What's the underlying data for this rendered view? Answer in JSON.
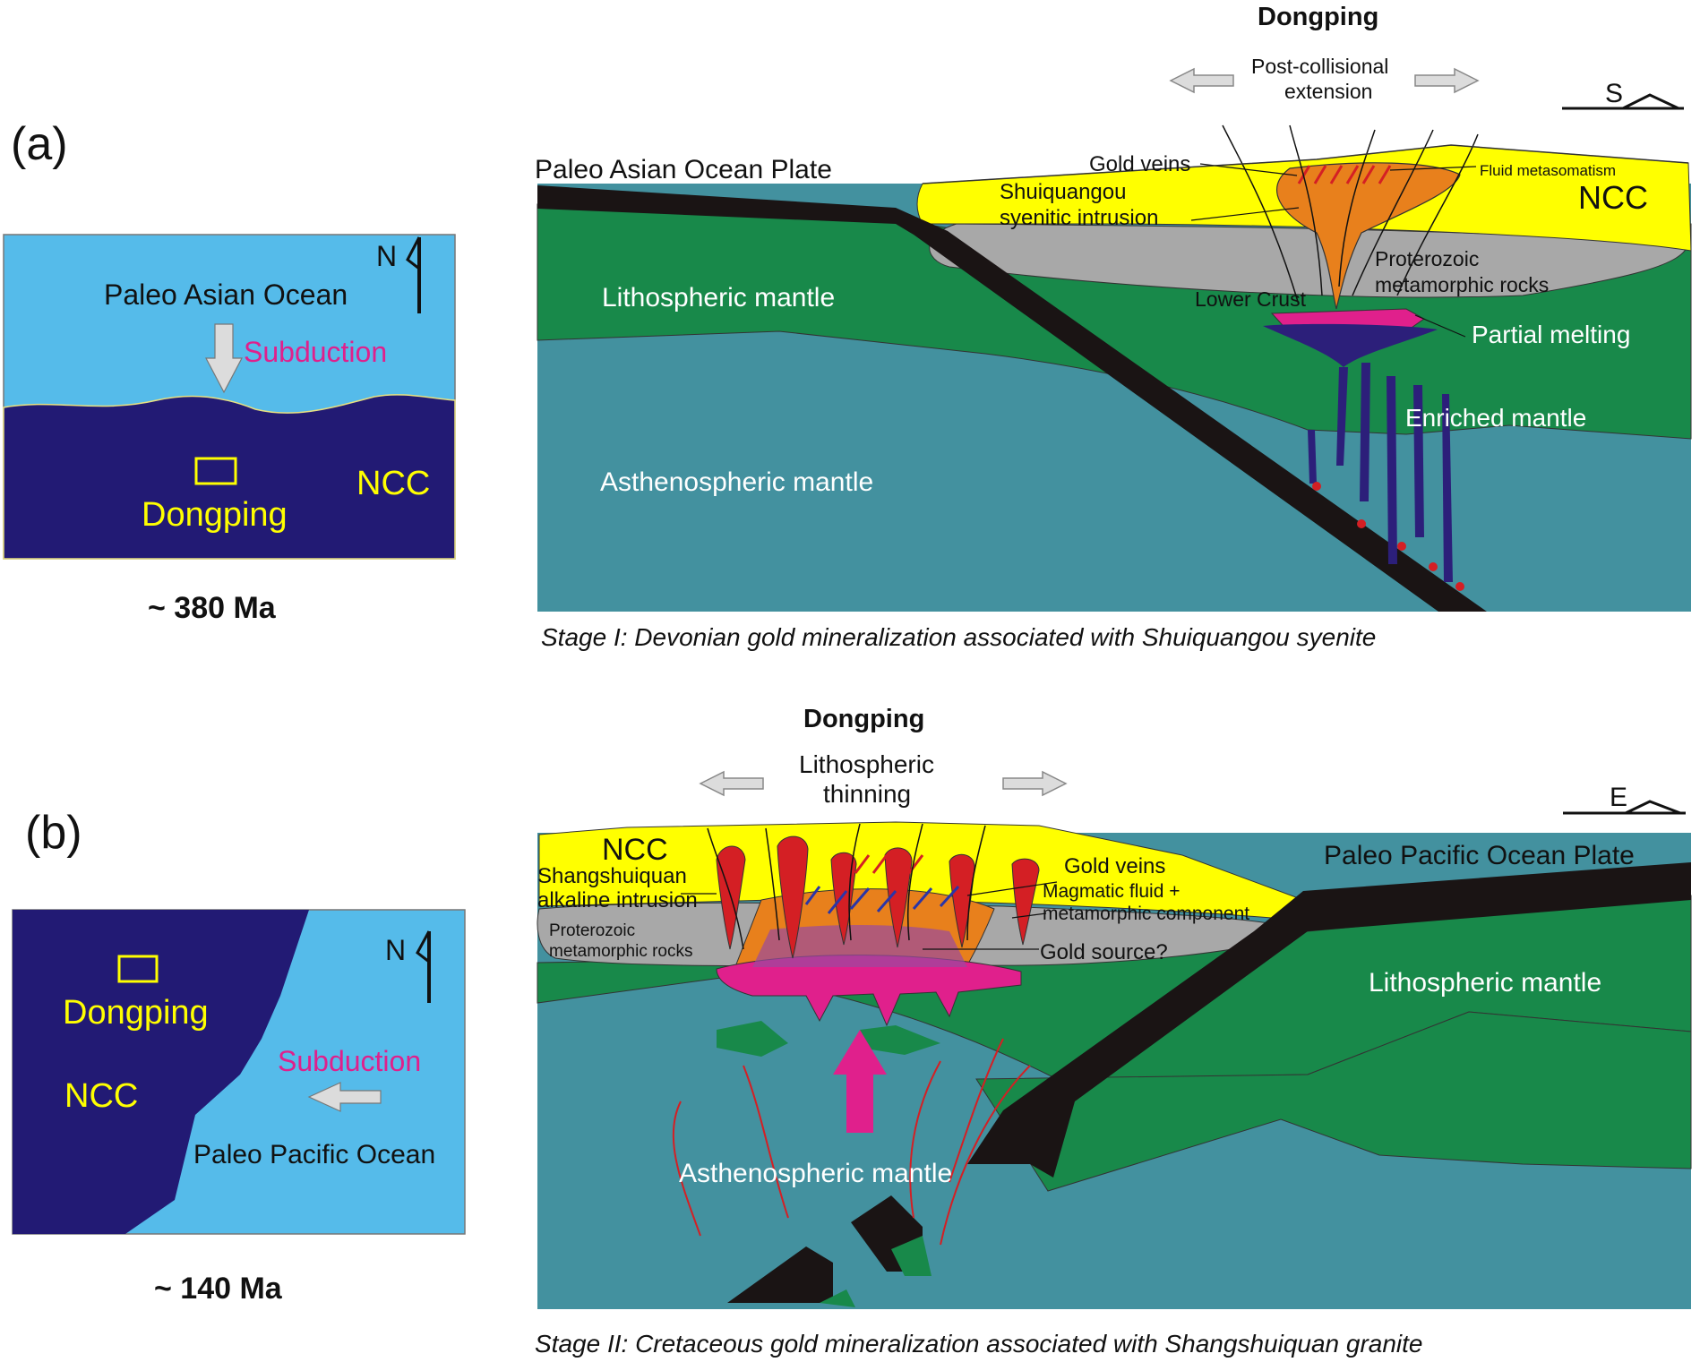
{
  "panel_a": {
    "label": "(a)",
    "inset": {
      "ocean": "Paleo Asian Ocean",
      "subduction": "Subduction",
      "craton": "NCC",
      "locality": "Dongping",
      "north": "N",
      "age": "~ 380 Ma"
    },
    "section": {
      "title": "Dongping",
      "extension": [
        "Post-collisional",
        "extension"
      ],
      "plate": "Paleo Asian Ocean Plate",
      "craton": "NCC",
      "compass": "S",
      "gold_veins": "Gold veins",
      "fluid": "Fluid metasomatism",
      "intrusion": [
        "Shuiquangou",
        "syenitic intrusion"
      ],
      "metamorphic": [
        "Proterozoic",
        "metamorphic rocks"
      ],
      "lower_crust": "Lower Crust",
      "partial_melting": "Partial melting",
      "lith_mantle": "Lithospheric mantle",
      "enriched": "Enriched mantle",
      "astheno": "Asthenospheric mantle",
      "caption": "Stage I: Devonian gold mineralization associated with Shuiquangou syenite"
    }
  },
  "panel_b": {
    "label": "(b)",
    "inset": {
      "ocean": "Paleo Pacific Ocean",
      "subduction": "Subduction",
      "craton": "NCC",
      "locality": "Dongping",
      "north": "N",
      "age": "~ 140 Ma"
    },
    "section": {
      "title": "Dongping",
      "thinning": [
        "Lithospheric",
        "thinning"
      ],
      "plate": "Paleo Pacific Ocean Plate",
      "craton": "NCC",
      "compass": "E",
      "intrusion": [
        "Shangshuiquan",
        "alkaline intrusion"
      ],
      "metamorphic": [
        "Proterozoic",
        "metamorphic rocks"
      ],
      "gold_veins": "Gold veins",
      "magmatic": [
        "Magmatic fluid +",
        "metamorphic component"
      ],
      "gold_source": "Gold source?",
      "lith_mantle": "Lithospheric mantle",
      "astheno": "Asthenospheric mantle",
      "caption": "Stage II: Cretaceous gold mineralization associated with Shangshuiquan granite"
    }
  },
  "colors": {
    "ocean": "#55bbea",
    "craton": "#221a74",
    "crust": "#ffff00",
    "metamorphic": "#a8a8a8",
    "lith_mantle": "#18894a",
    "astheno": "#43919f",
    "slab": "#1a1414",
    "intrusion": "#e8801c",
    "melt": "#e0208c",
    "dike": "#d41f24",
    "enriched_melt": "#2c1f7a"
  }
}
